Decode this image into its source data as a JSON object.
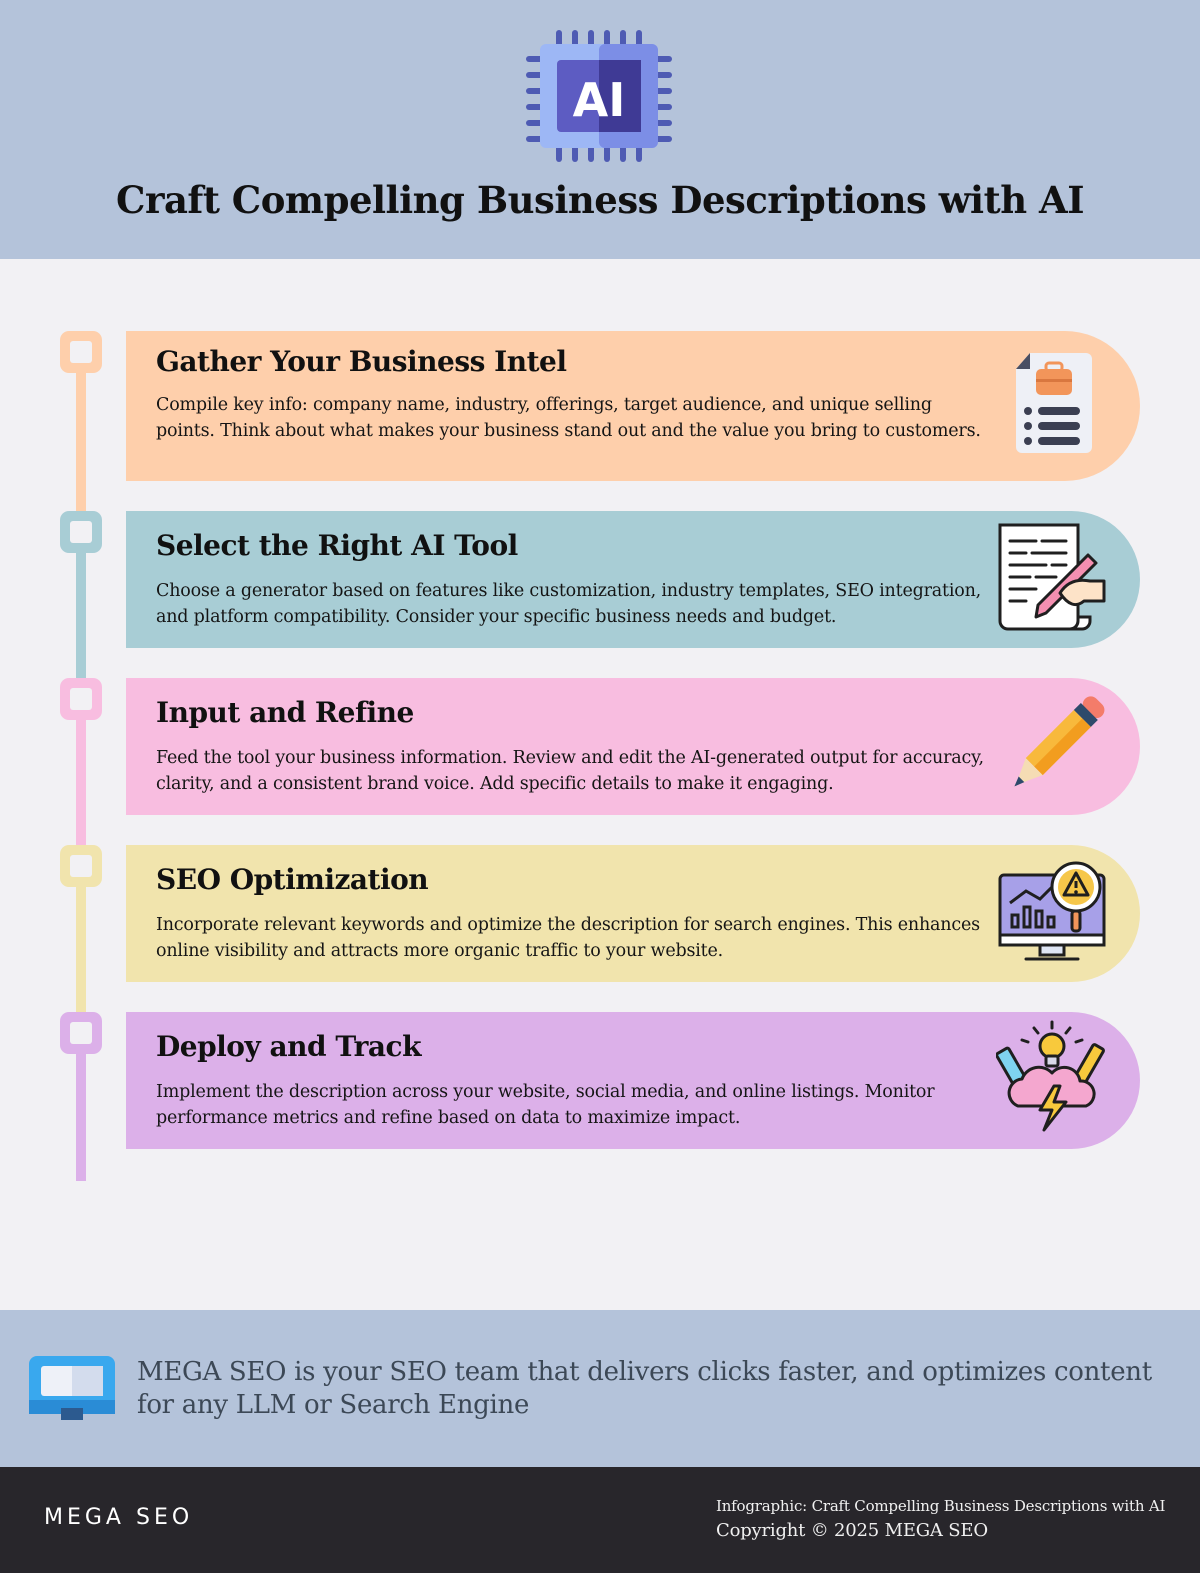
{
  "header": {
    "chip_text": "AI",
    "title": "Craft Compelling Business Descriptions with AI"
  },
  "colors": {
    "header_bg": "#b4c3da",
    "page_bg": "#f2f1f4",
    "footer_bg": "#28262b"
  },
  "steps": [
    {
      "title": "Gather Your Business Intel",
      "body": "Compile key info: company name, industry, offerings, target audience, and unique selling points. Think about what makes your business stand out and the value you bring to customers.",
      "icon": "document-list-icon",
      "color": "#fecfab"
    },
    {
      "title": "Select the Right AI Tool",
      "body": "Choose a generator based on features like customization, industry templates, SEO integration, and platform compatibility. Consider your specific business needs and budget.",
      "icon": "document-signing-icon",
      "color": "#a8cdd5"
    },
    {
      "title": "Input and Refine",
      "body": "Feed the tool your business information. Review and edit the AI-generated output for accuracy, clarity, and a consistent brand voice. Add specific details to make it engaging.",
      "icon": "pencil-icon",
      "color": "#f8bde0"
    },
    {
      "title": "SEO Optimization",
      "body": "Incorporate relevant keywords and optimize the description for search engines. This enhances online visibility and attracts more organic traffic to your website.",
      "icon": "monitor-analytics-icon",
      "color": "#f1e4ad"
    },
    {
      "title": "Deploy and Track",
      "body": "Implement the description across your website, social media, and online listings. Monitor performance metrics and refine based on data to maximize impact.",
      "icon": "brainstorm-icon",
      "color": "#dcb0e9"
    }
  ],
  "promo": {
    "text": "MEGA SEO is your SEO team that delivers clicks faster, and optimizes content for any LLM or Search Engine"
  },
  "footer": {
    "brand": "MEGA SEO",
    "credit_line1": "Infographic: Craft Compelling Business Descriptions with AI",
    "credit_line2": "Copyright © 2025 MEGA SEO"
  }
}
